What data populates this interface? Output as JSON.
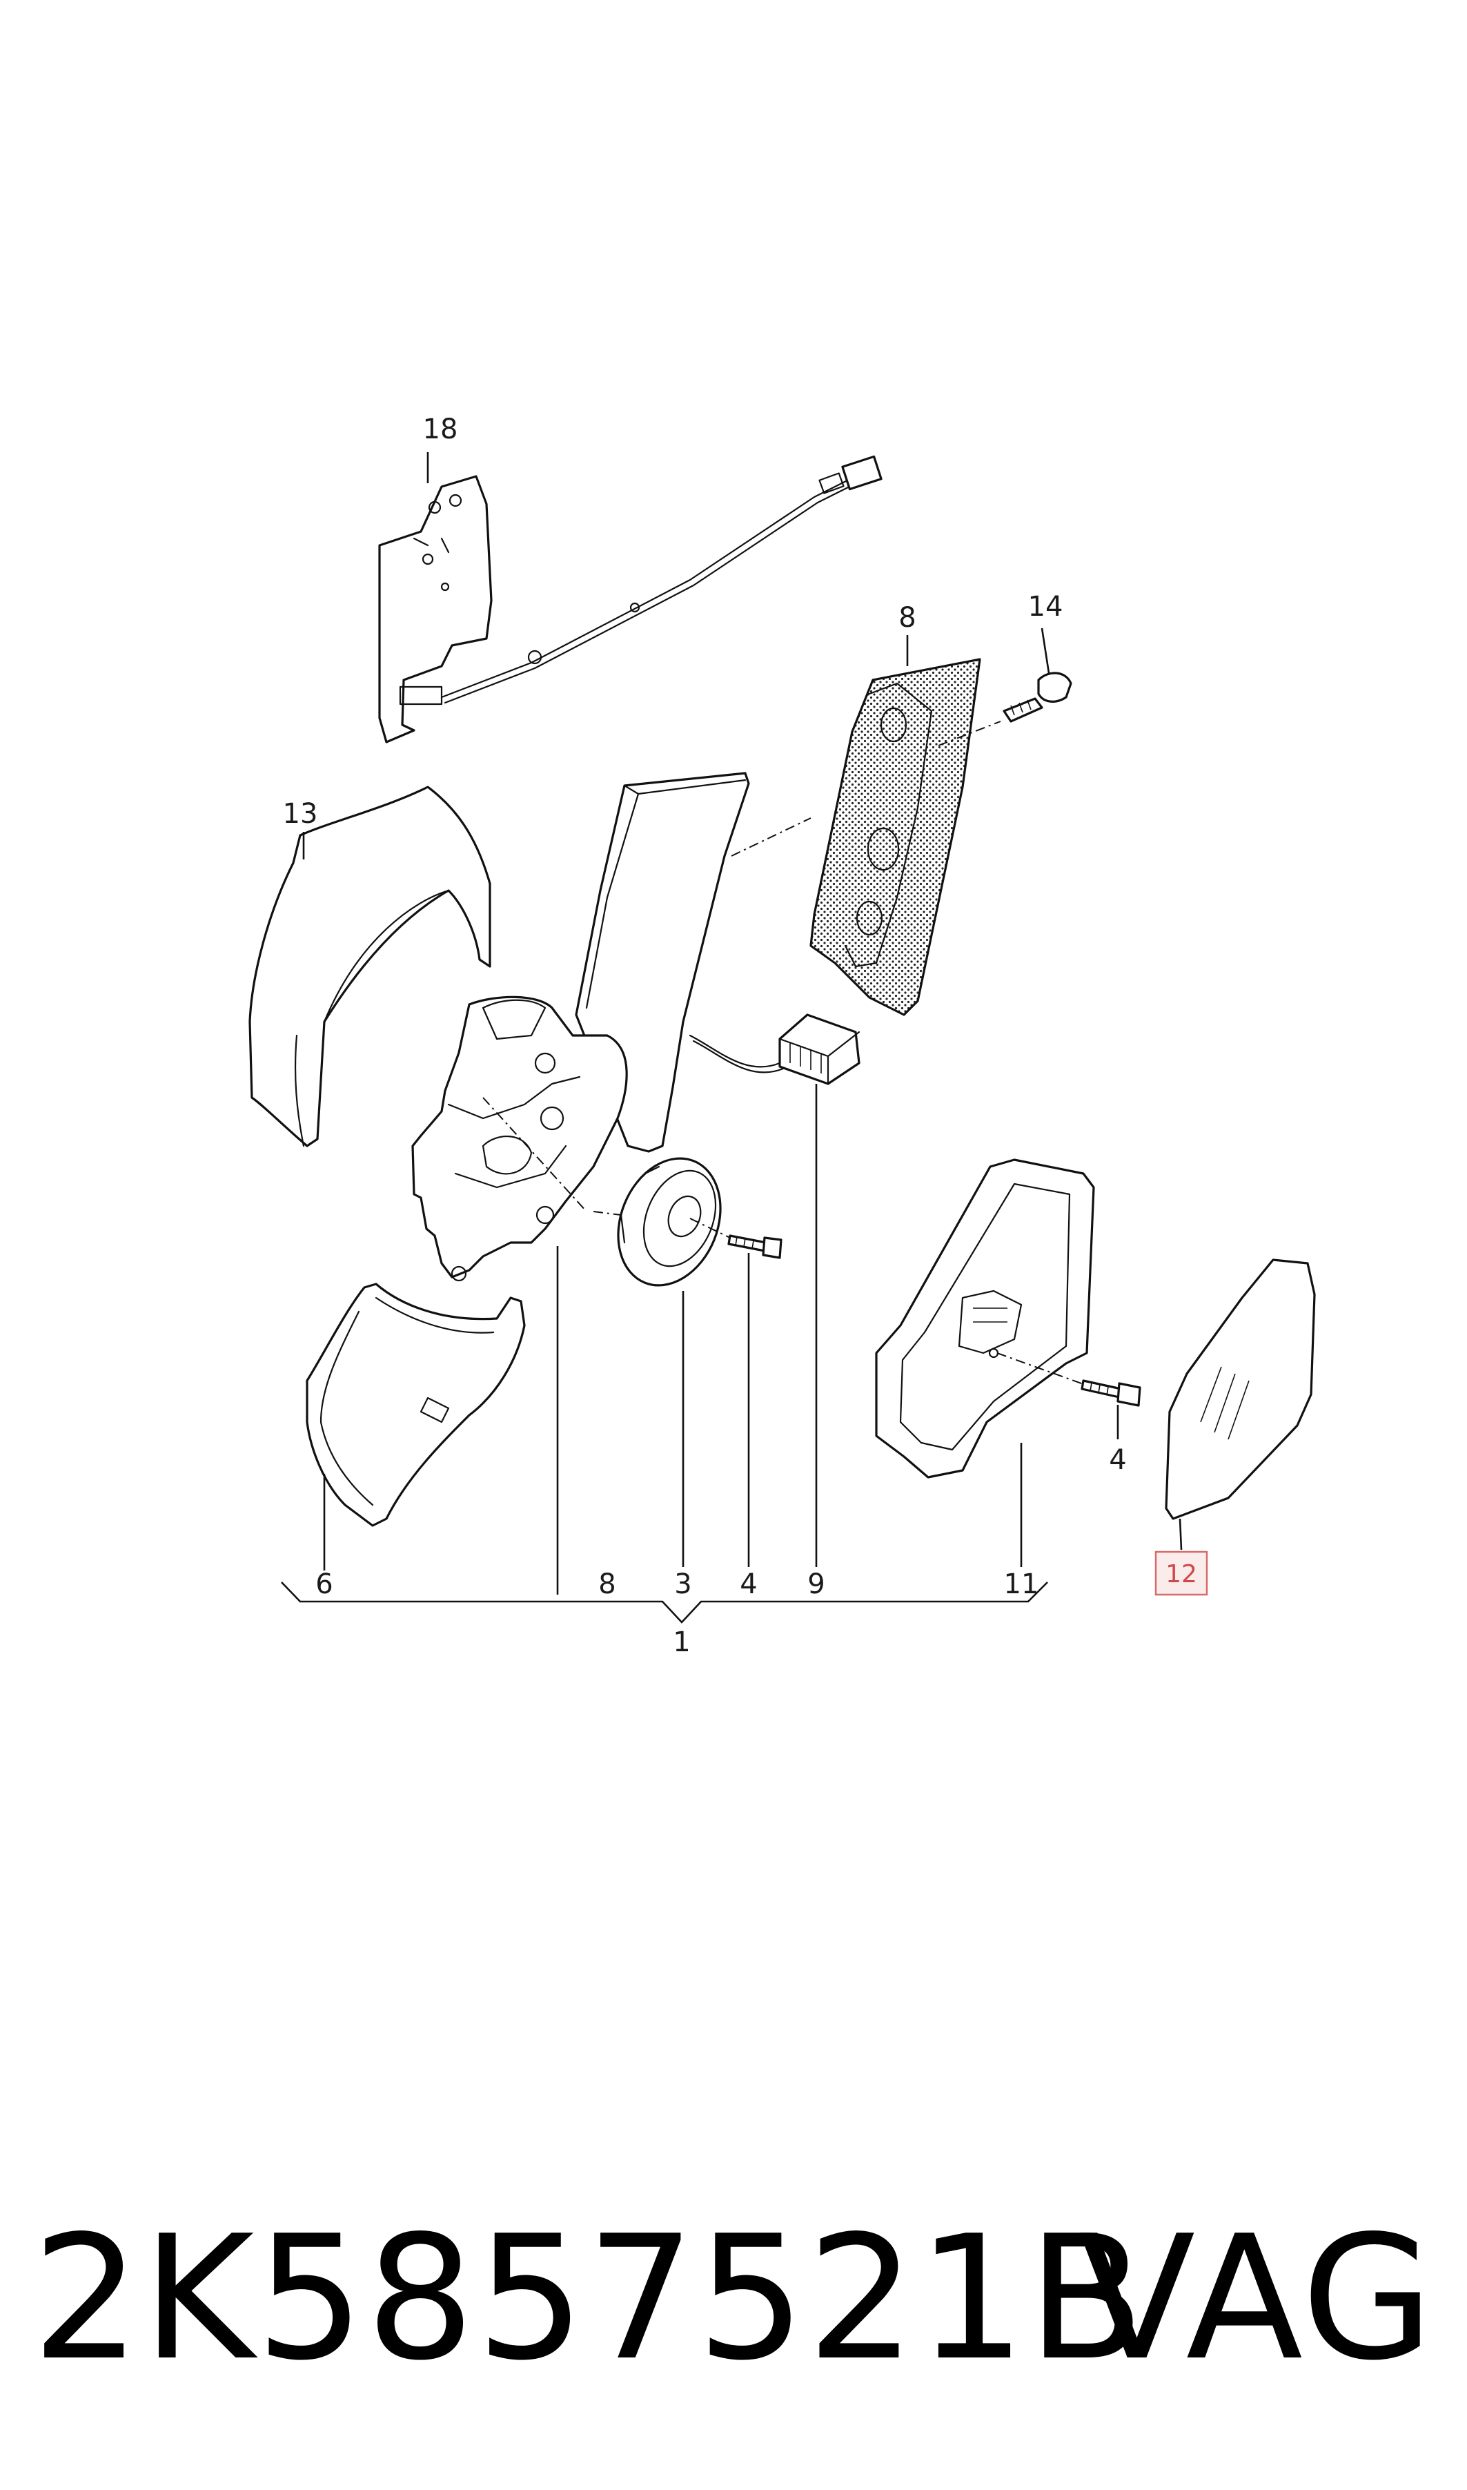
{
  "diagram": {
    "callouts": {
      "n1": "1",
      "n3": "3",
      "n4a": "4",
      "n4b": "4",
      "n6": "6",
      "n8_top": "8",
      "n8_bottom": "8",
      "n9": "9",
      "n11": "11",
      "n12": "12",
      "n13": "13",
      "n14": "14",
      "n18": "18"
    },
    "highlighted_callout": "12",
    "highlight_color": "#d96a6a"
  },
  "footer": {
    "part_number": "2K5857521B",
    "brand": "VAG"
  }
}
